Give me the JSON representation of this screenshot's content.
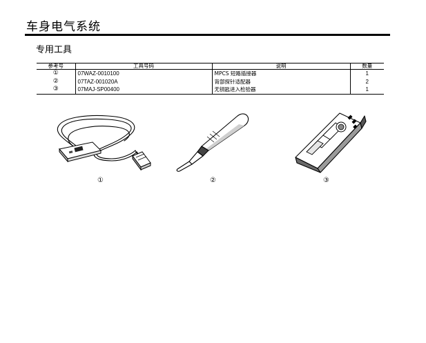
{
  "page": {
    "title": "车身电气系统",
    "subtitle": "专用工具"
  },
  "table": {
    "headers": {
      "ref": "参考号",
      "code": "工具号码",
      "desc": "说明",
      "qty": "数量"
    },
    "rows": [
      {
        "ref": "①",
        "code": "07WAZ-0010100",
        "desc": "MPCS 短路插接器",
        "qty": "1"
      },
      {
        "ref": "②",
        "code": "07TAZ-001020A",
        "desc": "背部探针适配器",
        "qty": "2"
      },
      {
        "ref": "③",
        "code": "07MAJ-SP00400",
        "desc": "无钥匙进入检验器",
        "qty": "1"
      }
    ]
  },
  "figures": {
    "labels": [
      "①",
      "②",
      "③"
    ],
    "icons": [
      "mpcs-short-connector-icon",
      "backprobe-adapter-icon",
      "keyless-entry-tester-icon"
    ]
  }
}
